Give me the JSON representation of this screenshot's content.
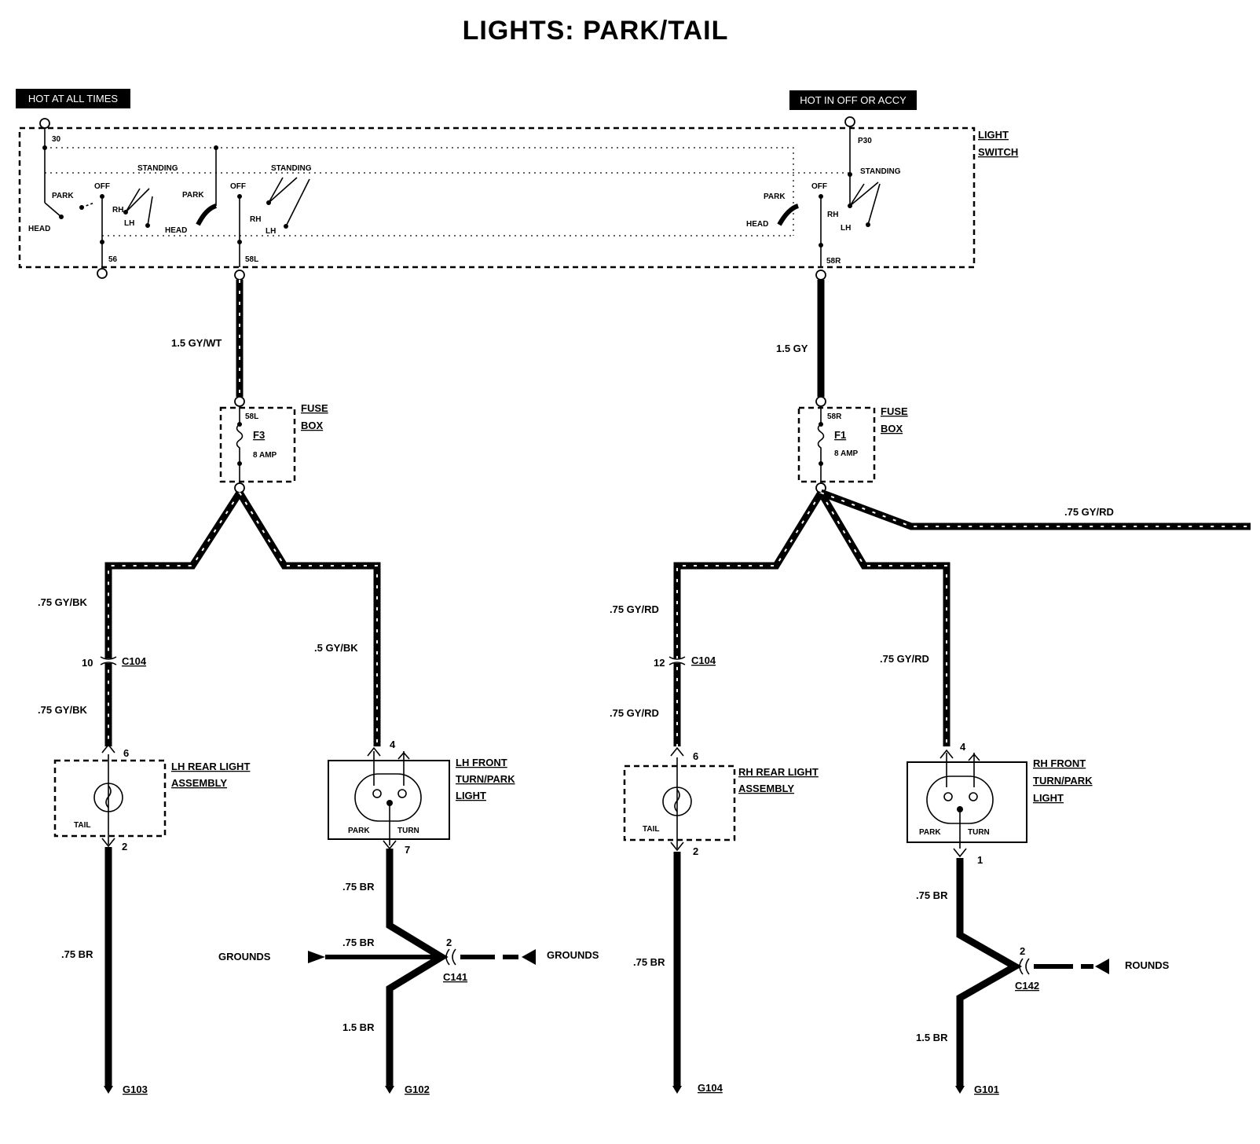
{
  "title": "LIGHTS: PARK/TAIL",
  "tags": {
    "hot_all_times": "HOT AT ALL TIMES",
    "hot_off_accy": "HOT IN OFF OR ACCY"
  },
  "light_switch": {
    "label_line1": "LIGHT",
    "label_line2": "SWITCH",
    "terminals": [
      "30",
      "56",
      "58L",
      "58R",
      "P30"
    ],
    "positions": [
      "HEAD",
      "PARK",
      "OFF",
      "STANDING",
      "RH",
      "LH"
    ]
  },
  "left_circuit": {
    "feed_wire": "1.5 GY/WT",
    "fuse_box": {
      "line1": "FUSE",
      "line2": "BOX",
      "terminal": "58L",
      "fuse": "F3",
      "rating": "8 AMP"
    },
    "rear_wire_upper": ".75 GY/BK",
    "connector_pin": "10",
    "connector": "C104",
    "rear_wire_lower": ".75 GY/BK",
    "front_wire": ".5 GY/BK",
    "rear_lamp": {
      "line1": "LH REAR LIGHT",
      "line2": "ASSEMBLY",
      "bulb": "TAIL",
      "pin_in": "6",
      "pin_out": "2"
    },
    "front_lamp": {
      "line1": "LH FRONT",
      "line2": "TURN/PARK",
      "line3": "LIGHT",
      "park": "PARK",
      "turn": "TURN",
      "pin_in": "4",
      "pin_out": "7"
    },
    "rear_ground_wire": ".75 BR",
    "rear_ground": "G103",
    "front_ground_wire": ".75 BR",
    "splice_in_wire": ".75 BR",
    "splice_pin": "2",
    "splice": "C141",
    "grounds_left": "GROUNDS",
    "grounds_right": "GROUNDS",
    "front_ground_out_wire": "1.5 BR",
    "front_ground": "G102"
  },
  "right_circuit": {
    "feed_wire": "1.5 GY",
    "fuse_box": {
      "line1": "FUSE",
      "line2": "BOX",
      "terminal": "58R",
      "fuse": "F1",
      "rating": "8 AMP"
    },
    "branch_wire": ".75 GY/RD",
    "rear_wire_upper": ".75 GY/RD",
    "connector_pin": "12",
    "connector": "C104",
    "rear_wire_lower": ".75 GY/RD",
    "front_wire": ".75 GY/RD",
    "rear_lamp": {
      "line1": "RH REAR LIGHT",
      "line2": "ASSEMBLY",
      "bulb": "TAIL",
      "pin_in": "6",
      "pin_out": "2"
    },
    "front_lamp": {
      "line1": "RH FRONT",
      "line2": "TURN/PARK",
      "line3": "LIGHT",
      "park": "PARK",
      "turn": "TURN",
      "pin_in": "4",
      "pin_out": "1"
    },
    "rear_ground_wire": ".75 BR",
    "rear_ground": "G104",
    "front_ground_wire": ".75 BR",
    "splice_pin": "2",
    "splice": "C142",
    "grounds_right": "ROUNDS",
    "front_ground_out_wire": "1.5 BR",
    "front_ground": "G101"
  },
  "colors": {
    "ink": "#000000",
    "paper": "#ffffff"
  }
}
